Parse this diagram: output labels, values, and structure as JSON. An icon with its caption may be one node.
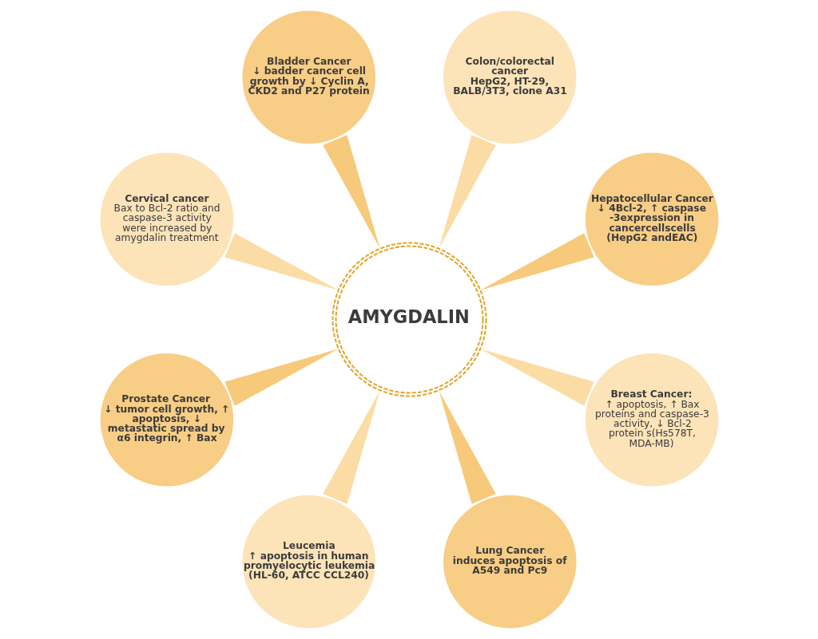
{
  "diagram": {
    "nodes": [
      {
        "text": [
          "AMYGDALIN"
        ]
      },
      {
        "text": [
          "Colon/colorectal cancer",
          "HepG2, HT-29, BALB/3T3, clone A31"
        ]
      },
      {
        "text": [
          "Hepatocellular Cancer",
          "↓ 4Bcl-2, ↑ caspase -3expression in cancercellscells (HepG2 andEAC)"
        ]
      },
      {
        "text": [
          "Breast Cancer:",
          "↑ apoptosis, ↑ Bax proteins and caspase-3 activity, ↓ Bcl-2 protein s(Hs578T, MDA-MB)"
        ]
      },
      {
        "text": [
          "Lung Cancer",
          "induces apoptosis of A549 and Pc9"
        ]
      },
      {
        "text": [
          "Leucemia",
          "↑ apoptosis in human promyelocytic leukemia (HL-60, ATCC CCL240)"
        ]
      },
      {
        "text": [
          "Prostate Cancer",
          "↓ tumor cell growth, ↑ apoptosis, ↓ metastatic spread by α6 integrin, ↑ Bax"
        ]
      },
      {
        "text": [
          "Cervical cancer",
          "Bax to Bcl-2 ratio and caspase-3 activity were increased by amygdalin treatment"
        ]
      },
      {
        "text": [
          "Bladder Cancer",
          "↓ badder cancer cell growth by ↓ Cyclin A, CKD2 and P27 protein"
        ]
      }
    ],
    "edges": [
      {
        "from": 0,
        "to": 1,
        "arrow": "none",
        "color": "#fbdca4"
      },
      {
        "from": 0,
        "to": 2,
        "arrow": "none"
      },
      {
        "from": 0,
        "to": 3,
        "arrow": "none",
        "color": "#fbdca4"
      },
      {
        "from": 0,
        "to": 4,
        "arrow": "none"
      },
      {
        "from": 0,
        "to": 5,
        "arrow": "none",
        "color": "#fbdca4"
      },
      {
        "from": 0,
        "to": 6,
        "arrow": "none"
      },
      {
        "from": 0,
        "to": 7,
        "arrow": "none",
        "color": "#fbdca4"
      },
      {
        "from": 0,
        "to": 8,
        "arrow": "none"
      }
    ]
  }
}
